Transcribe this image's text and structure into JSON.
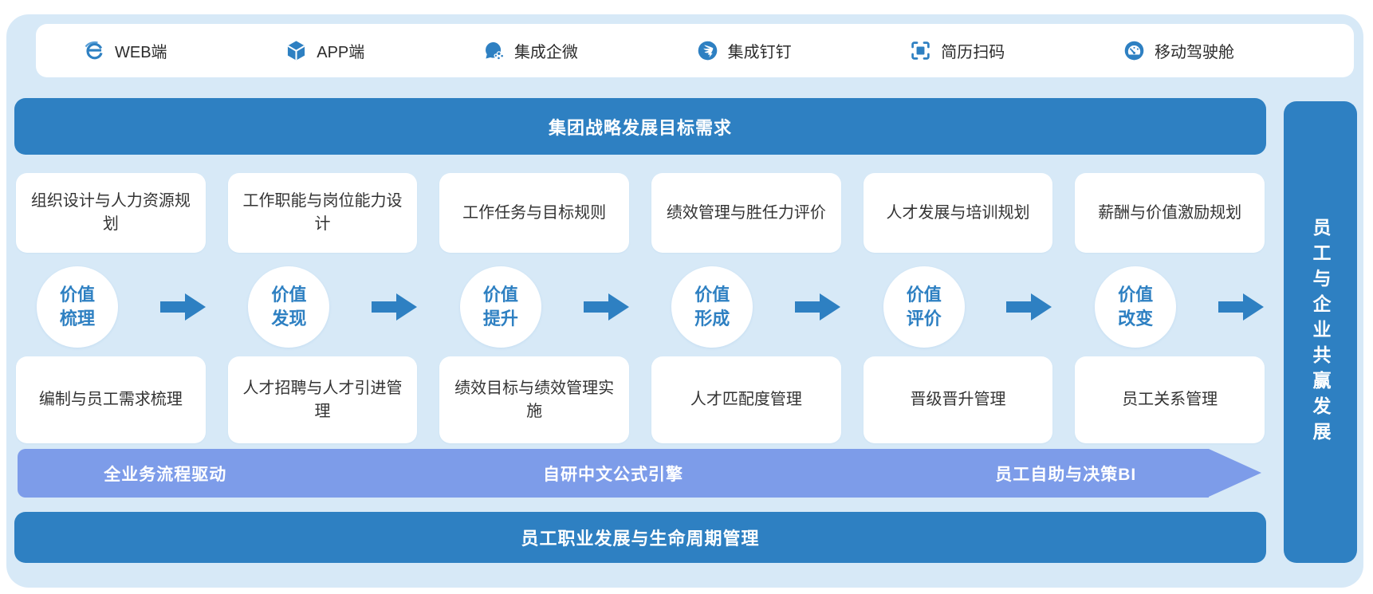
{
  "colors": {
    "primary_blue": "#2e80c2",
    "band_periwinkle": "#7d9ce9",
    "panel_background": "#d7e9f7",
    "card_background": "#ffffff",
    "card_text": "#333333"
  },
  "access_bar": {
    "items": [
      {
        "icon": "ie-browser-icon",
        "label": "WEB端"
      },
      {
        "icon": "app-cube-icon",
        "label": "APP端"
      },
      {
        "icon": "wecom-chat-icon",
        "label": "集成企微"
      },
      {
        "icon": "dingtalk-icon",
        "label": "集成钉钉"
      },
      {
        "icon": "scan-code-icon",
        "label": "简历扫码"
      },
      {
        "icon": "dashboard-gauge-icon",
        "label": "移动驾驶舱"
      }
    ]
  },
  "strategy_banner": {
    "label": "集团战略发展目标需求"
  },
  "planning_cards": [
    {
      "label": "组织设计与人力资源规划"
    },
    {
      "label": "工作职能与岗位能力设计"
    },
    {
      "label": "工作任务与目标规则"
    },
    {
      "label": "绩效管理与胜任力评价"
    },
    {
      "label": "人才发展与培训规划"
    },
    {
      "label": "薪酬与价值激励规划"
    }
  ],
  "value_chain": {
    "steps": [
      {
        "line1": "价值",
        "line2": "梳理"
      },
      {
        "line1": "价值",
        "line2": "发现"
      },
      {
        "line1": "价值",
        "line2": "提升"
      },
      {
        "line1": "价值",
        "line2": "形成"
      },
      {
        "line1": "价值",
        "line2": "评价"
      },
      {
        "line1": "价值",
        "line2": "改变"
      }
    ]
  },
  "execution_cards": [
    {
      "label": "编制与员工需求梳理"
    },
    {
      "label": "人才招聘与人才引进管理"
    },
    {
      "label": "绩效目标与绩效管理实施"
    },
    {
      "label": "人才匹配度管理"
    },
    {
      "label": "晋级晋升管理"
    },
    {
      "label": "员工关系管理"
    }
  ],
  "capability_band": {
    "labels": [
      "全业务流程驱动",
      "自研中文公式引擎",
      "员工自助与决策BI"
    ]
  },
  "lifecycle_banner": {
    "label": "员工职业发展与生命周期管理"
  },
  "outcome_banner": {
    "label": "员工与企业共赢发展"
  }
}
